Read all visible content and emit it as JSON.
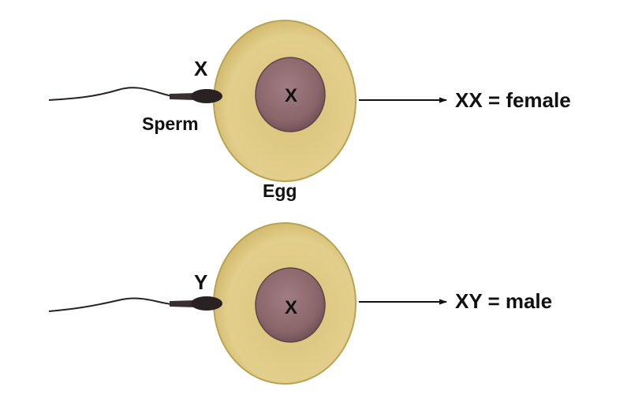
{
  "colors": {
    "background": "#ffffff",
    "egg_fill": "#e6d28e",
    "egg_rim": "#b9a352",
    "nucleus_fill": "#8e6a6f",
    "nucleus_rim": "#5f4348",
    "sperm_head": "#2a2222",
    "text": "#111111"
  },
  "panels": [
    {
      "sperm_chromosome": "X",
      "sperm_label": "Sperm",
      "egg_chromosome": "X",
      "egg_label": "Egg",
      "result": "XX = female"
    },
    {
      "sperm_chromosome": "Y",
      "egg_chromosome": "X",
      "result": "XY = male"
    }
  ]
}
